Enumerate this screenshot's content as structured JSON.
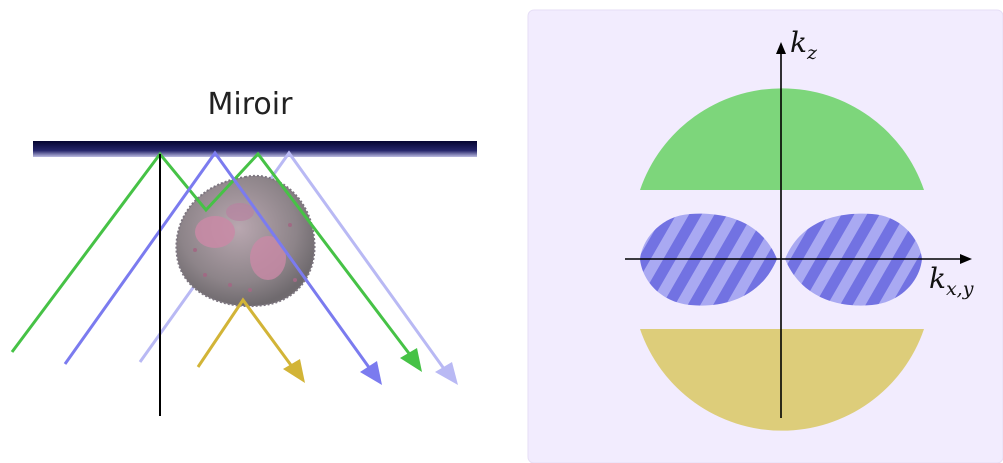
{
  "left_panel": {
    "mirror_label": "Miroir",
    "colors": {
      "green": "#46c246",
      "blue": "#7b7bef",
      "light_blue": "#b9b9f4",
      "gold": "#d2b437",
      "mirror": "#16164f",
      "axis": "#000000"
    }
  },
  "right_panel": {
    "background_color": "#f2ecfe",
    "axis_labels": {
      "z_main": "k",
      "z_sub": "z",
      "x_main": "k",
      "x_sub": "x,y"
    },
    "colors": {
      "green_cap": "#7dd67b",
      "blue_lens": "#9b9bef",
      "blue_stripe": "#7474e4",
      "gold_cap": "#ddcd7a"
    }
  }
}
